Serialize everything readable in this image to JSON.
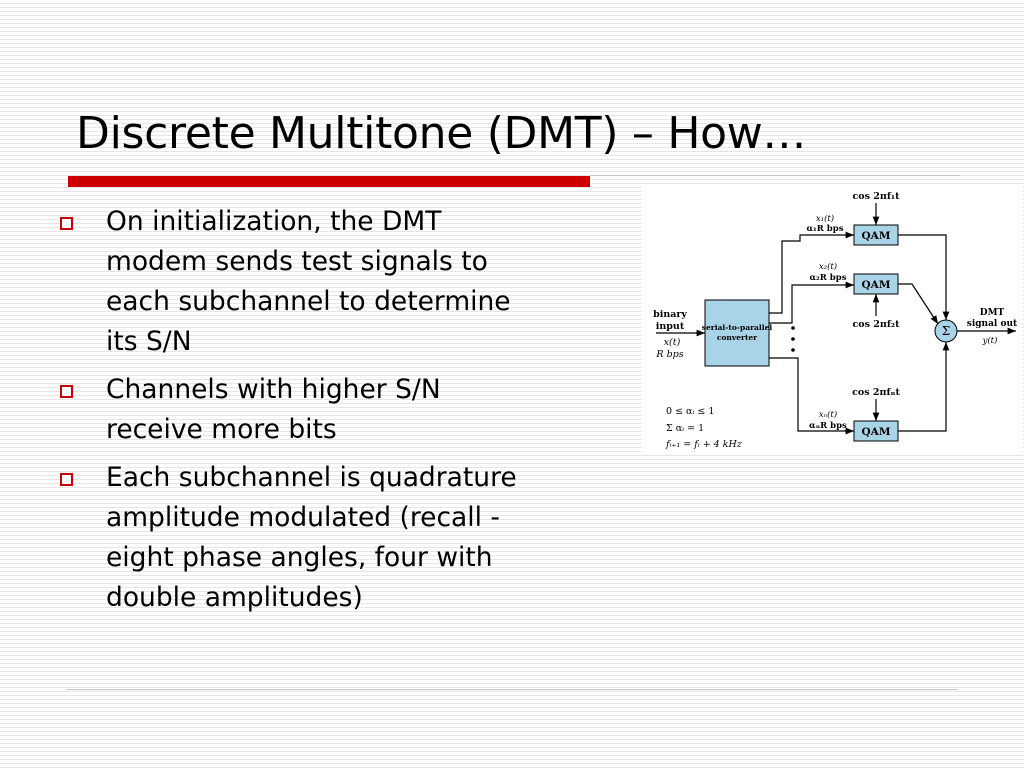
{
  "slide": {
    "title": "Discrete Multitone (DMT) – How…",
    "colors": {
      "accent": "#cc0000",
      "stripe": "#e6e6e6",
      "block": "#a9d3e6"
    },
    "bullet_icon": "hollow-square-bullet",
    "bullets": [
      [
        "On initialization, the DMT",
        "modem sends test signals to",
        "each subchannel to determine",
        "its S/N"
      ],
      [
        "Channels with higher S/N",
        "receive more bits"
      ],
      [
        "Each subchannel is quadrature",
        "amplitude modulated (recall -",
        "eight phase angles, four with",
        "double amplitudes)"
      ]
    ]
  },
  "diagram": {
    "input_label": [
      "binary",
      "input"
    ],
    "input_signal": "x(t)",
    "input_rate": "R bps",
    "converter_label": [
      "serial-to-parallel",
      "converter"
    ],
    "qam_label": "QAM",
    "sum_symbol": "Σ",
    "channels": [
      {
        "signal": "x₁(t)",
        "rate": "α₁R bps",
        "carrier": "cos 2πf₁t"
      },
      {
        "signal": "x₂(t)",
        "rate": "α₂R bps",
        "carrier": "cos 2πf₂t"
      },
      {
        "signal": "xₙ(t)",
        "rate": "αₙR bps",
        "carrier": "cos 2πfₙt"
      }
    ],
    "output_label": [
      "DMT",
      "signal out"
    ],
    "output_signal": "y(t)",
    "constraints": [
      "0 ≤ αᵢ ≤ 1",
      "Σ αᵢ = 1",
      "fᵢ₊₁ = fᵢ + 4 kHz"
    ]
  }
}
